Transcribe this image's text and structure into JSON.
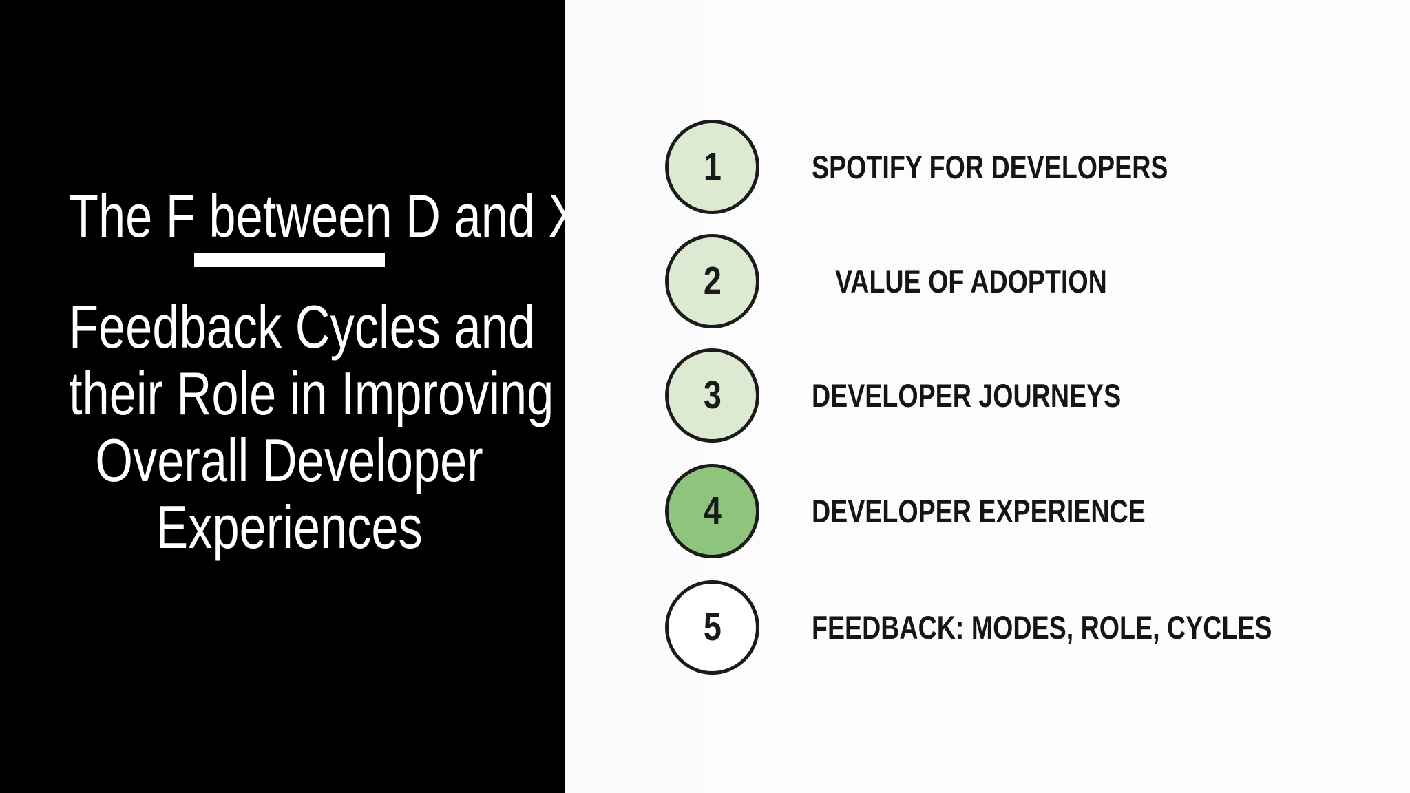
{
  "left_panel": {
    "title": "The F between D and X:",
    "subtitle_lines": [
      "Feedback Cycles and",
      "their Role in Improving",
      "Overall Developer",
      "Experiences"
    ]
  },
  "agenda": {
    "items": [
      {
        "number": "1",
        "label": "SPOTIFY FOR DEVELOPERS",
        "circle_fill": "#dcead2"
      },
      {
        "number": "2",
        "label": "VALUE OF ADOPTION",
        "circle_fill": "#dcead2"
      },
      {
        "number": "3",
        "label": "DEVELOPER JOURNEYS",
        "circle_fill": "#dcead2"
      },
      {
        "number": "4",
        "label": "DEVELOPER EXPERIENCE",
        "circle_fill": "#8fc47c"
      },
      {
        "number": "5",
        "label": "FEEDBACK: MODES, ROLE, CYCLES",
        "circle_fill": "#ffffff"
      }
    ]
  },
  "colors": {
    "black_panel": "#000000",
    "text_on_dark": "#ffffff",
    "divider": "#ffffff",
    "right_background": "#fbfbfb",
    "circle_border": "#1b1b1b",
    "number_text": "#1a1a1a",
    "label_text": "#151515",
    "light_green": "#dcead2",
    "medium_green": "#8fc47c",
    "white": "#ffffff"
  }
}
